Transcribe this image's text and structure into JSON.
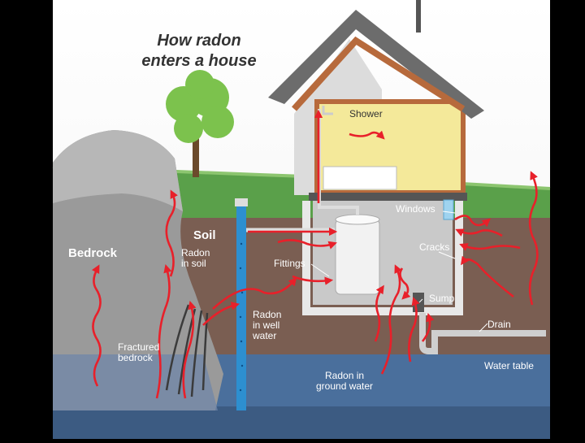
{
  "title": "How radon\nenters a house",
  "labels": {
    "shower": "Shower",
    "windows": "Windows",
    "cracks": "Cracks",
    "soil": "Soil",
    "bedrock": "Bedrock",
    "radon_in_soil": "Radon\nin soil",
    "fittings": "Fittings",
    "sump": "Sump",
    "drain": "Drain",
    "radon_in_well_water": "Radon\nin well\nwater",
    "fractured_bedrock": "Fractured\nbedrock",
    "water_table": "Water table",
    "radon_in_ground_water": "Radon in\nground water"
  },
  "colors": {
    "background": "#000000",
    "soil": "#7a5e52",
    "groundwater": "#4a6f9c",
    "bedrock": "#9a9a9a",
    "grass": "#5aa04a",
    "radon_arrow": "#e8202a",
    "roof": "#6c6c6c",
    "roof_trim": "#b76a3c",
    "house_wall": "#e6e6e6",
    "room": "#f4e99a",
    "basement": "#c9c9c9",
    "well_pipe": "#2d8fd0"
  }
}
